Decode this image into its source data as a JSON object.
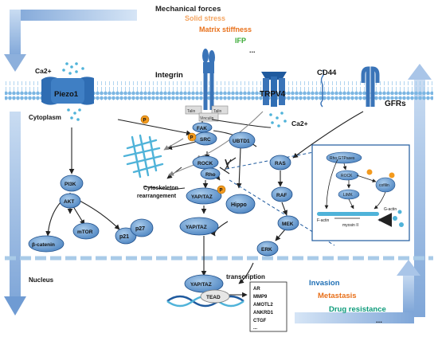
{
  "forces": {
    "title": "Mechanical forces",
    "items": [
      {
        "label": "Solid stress",
        "color": "#f4a460"
      },
      {
        "label": "Matrix stiffness",
        "color": "#e8701a"
      },
      {
        "label": "IFP",
        "color": "#3aaa35"
      },
      {
        "label": "...",
        "color": "#222222"
      }
    ]
  },
  "membrane": {
    "ca_top": "Ca2+",
    "ca_right": "Ca2+",
    "piezo": "Piezo1",
    "integrin": "Integrin",
    "trpv4": "TRPV4",
    "cd44": "CD44",
    "gfrs": "GFRs",
    "talin1": "Talin",
    "talin2": "Talin",
    "vinculin": "Vinculin"
  },
  "regions": {
    "cytoplasm": "Cytoplasm",
    "nucleus": "Nucleus"
  },
  "nodes": {
    "fak": "FAK",
    "src": "SRC",
    "p": "P",
    "pi3k": "PI3K",
    "akt": "AKT",
    "mtor": "mTOR",
    "p21": "p21",
    "p27": "p27",
    "bcatenin": "β-catenin",
    "rock": "ROCK",
    "rho": "Rho",
    "yaptaz1": "YAP/TAZ",
    "yaptaz2": "YAP/TAZ",
    "yaptaz3": "YAP/TAZ",
    "ubtd1": "UBTD1",
    "hippo": "Hippo",
    "ras": "RAS",
    "raf": "RAF",
    "mek": "MEK",
    "erk": "ERK",
    "tead": "TEAD",
    "cytoskeleton": "Cytoskeleton",
    "rearrangement": "rearrangement",
    "transcription": "transcription"
  },
  "genes": [
    "AR",
    "MMP9",
    "AMOTL2",
    "ANKRD1",
    "CTGF",
    "..."
  ],
  "inset": {
    "rho_gtpases": "Rho GTPases",
    "rock": "ROCK",
    "limk": "LIMK",
    "cofilin": "cofilin",
    "factin": "F-actin",
    "gactin": "G-actin",
    "myosin": "myosin II"
  },
  "outcomes": [
    {
      "label": "Invasion",
      "color": "#1f6fb5"
    },
    {
      "label": "Metastasis",
      "color": "#e8701a"
    },
    {
      "label": "Drug resistance",
      "color": "#0c9a7a"
    },
    {
      "label": "...",
      "color": "#222222"
    }
  ],
  "colors": {
    "node_fill": "#6fa3d6",
    "node_stroke": "#1f4f8a",
    "membrane": "#8ec0e6",
    "frame": "#8aaedb",
    "phospho": "#f39a1e"
  }
}
